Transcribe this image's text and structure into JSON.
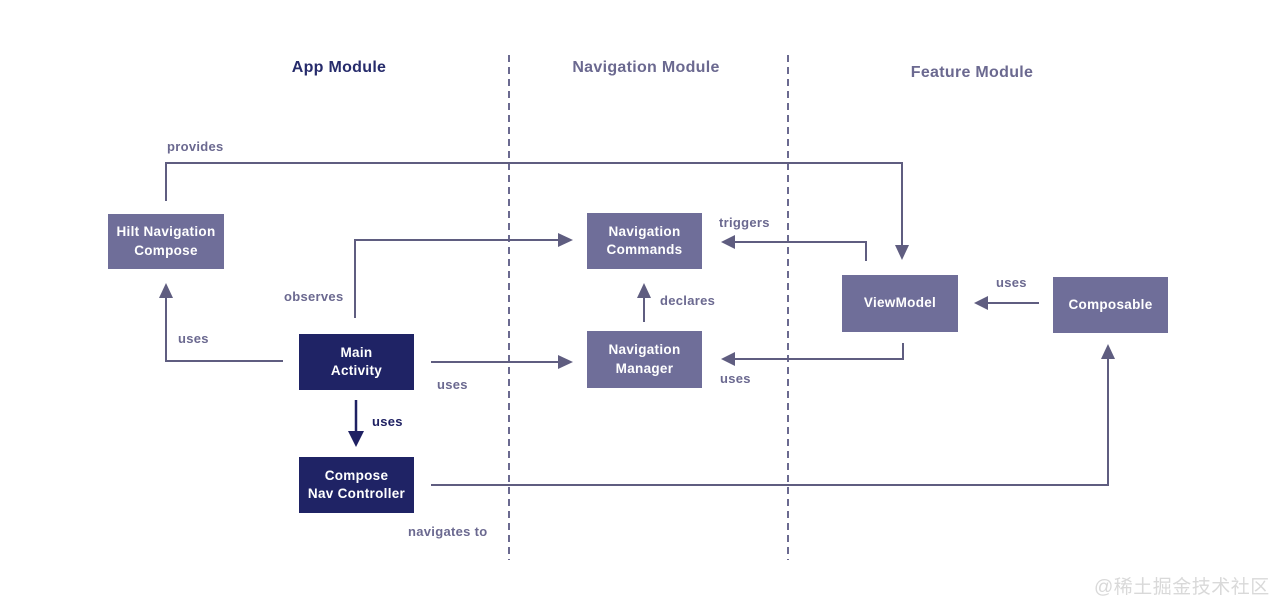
{
  "diagram": {
    "modules": {
      "app": "App Module",
      "navigation": "Navigation Module",
      "feature": "Feature Module"
    },
    "nodes": {
      "hilt": "Hilt Navigation\nCompose",
      "main_activity": "Main\nActivity",
      "compose_nav_controller": "Compose\nNav Controller",
      "navigation_commands": "Navigation\nCommands",
      "navigation_manager": "Navigation\nManager",
      "viewmodel": "ViewModel",
      "composable": "Composable"
    },
    "edges": {
      "provides": "provides",
      "observes": "observes",
      "uses_hilt": "uses",
      "uses_manager": "uses",
      "uses_controller": "uses",
      "triggers": "triggers",
      "declares": "declares",
      "uses_viewmodel_manager": "uses",
      "uses_composable": "uses",
      "navigates_to": "navigates to"
    },
    "colors": {
      "node_purple": "#6f6e99",
      "node_navy": "#1f2365",
      "connector": "#5f5d80",
      "connector_navy": "#1f2163",
      "label_text": "#6b6990",
      "title_navy": "#262b6b",
      "dashed_divider": "#6b6a90",
      "watermark": "#d9d9d9",
      "background": "#ffffff"
    }
  },
  "watermark": "@稀土掘金技术社区"
}
